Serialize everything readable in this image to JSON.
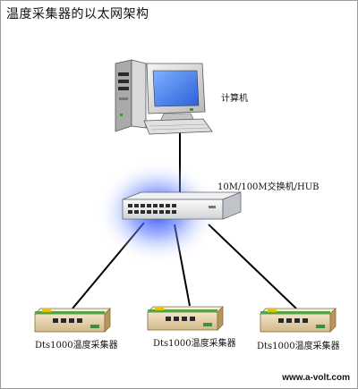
{
  "diagram": {
    "title": "温度采集器的以太网架构",
    "computer": {
      "label": "计算机",
      "icon": "desktop-computer-icon"
    },
    "switch": {
      "label": "10M/100M交换机/HUB",
      "icon": "network-switch-icon",
      "glow_color": "#2f5cff"
    },
    "collectors": [
      {
        "label": "Dts1000温度采集器"
      },
      {
        "label": "Dts1000温度采集器"
      },
      {
        "label": "Dts1000温度采集器"
      }
    ],
    "footer": {
      "website": "www.a-volt.com"
    }
  }
}
